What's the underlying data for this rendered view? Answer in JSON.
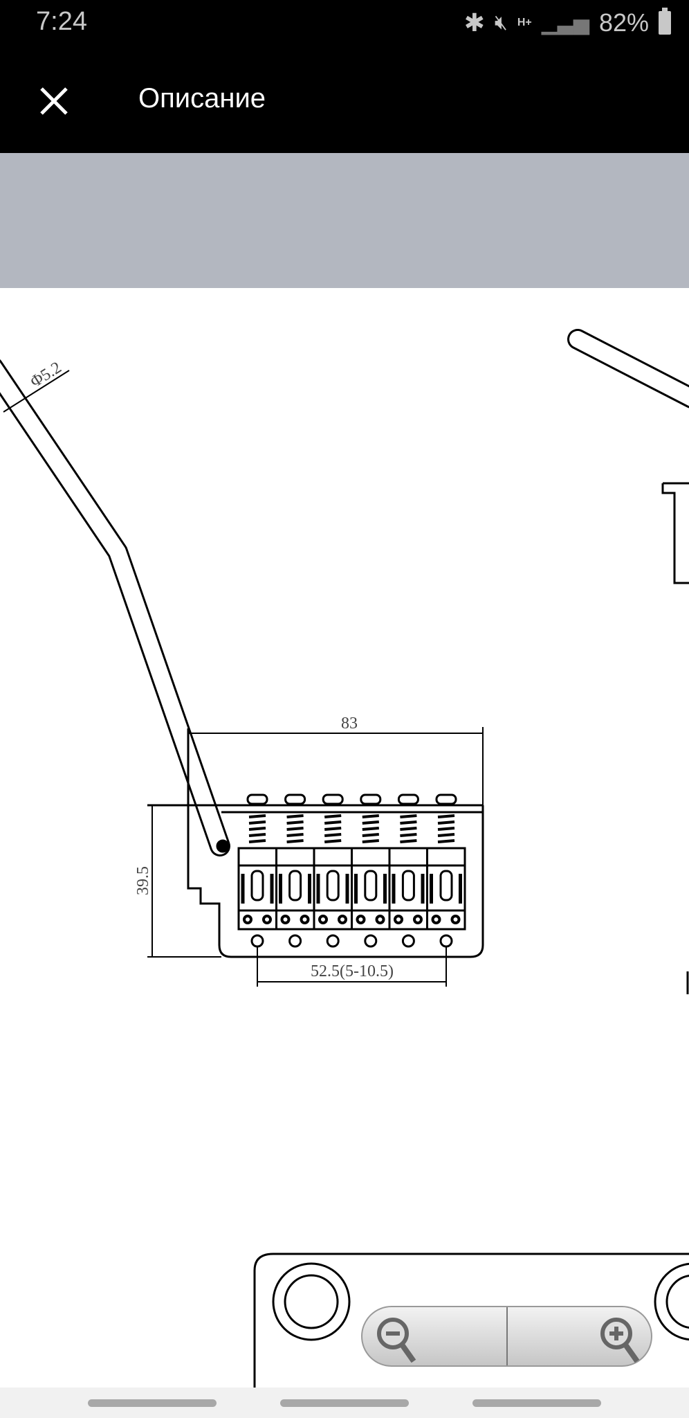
{
  "status_bar": {
    "time": "7:24",
    "battery_percent": "82%",
    "network": "H+",
    "icons": [
      "bluetooth-icon",
      "mute-icon",
      "network-icon",
      "signal-icon",
      "battery-icon"
    ]
  },
  "toolbar": {
    "title": "Описание",
    "close_icon": "close-icon"
  },
  "drawing": {
    "dim_width": "83",
    "dim_height": "39.5",
    "dim_spacing": "52.5(5-10.5)",
    "dim_arm": "Φ5.2"
  },
  "zoom_control": {
    "zoom_out_icon": "zoom-out-icon",
    "zoom_in_icon": "zoom-in-icon"
  },
  "colors": {
    "band": "#b3b7c0",
    "bar": "#000000"
  }
}
